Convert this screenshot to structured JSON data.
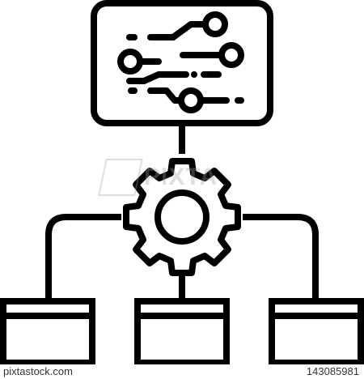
{
  "icon": {
    "name": "workflow-automation-icon",
    "stroke_color": "#000000",
    "background": "#ffffff"
  },
  "watermark": {
    "text": "PIXTA"
  },
  "footer": {
    "brand": "pixtastock.com",
    "image_id": "143085981"
  }
}
